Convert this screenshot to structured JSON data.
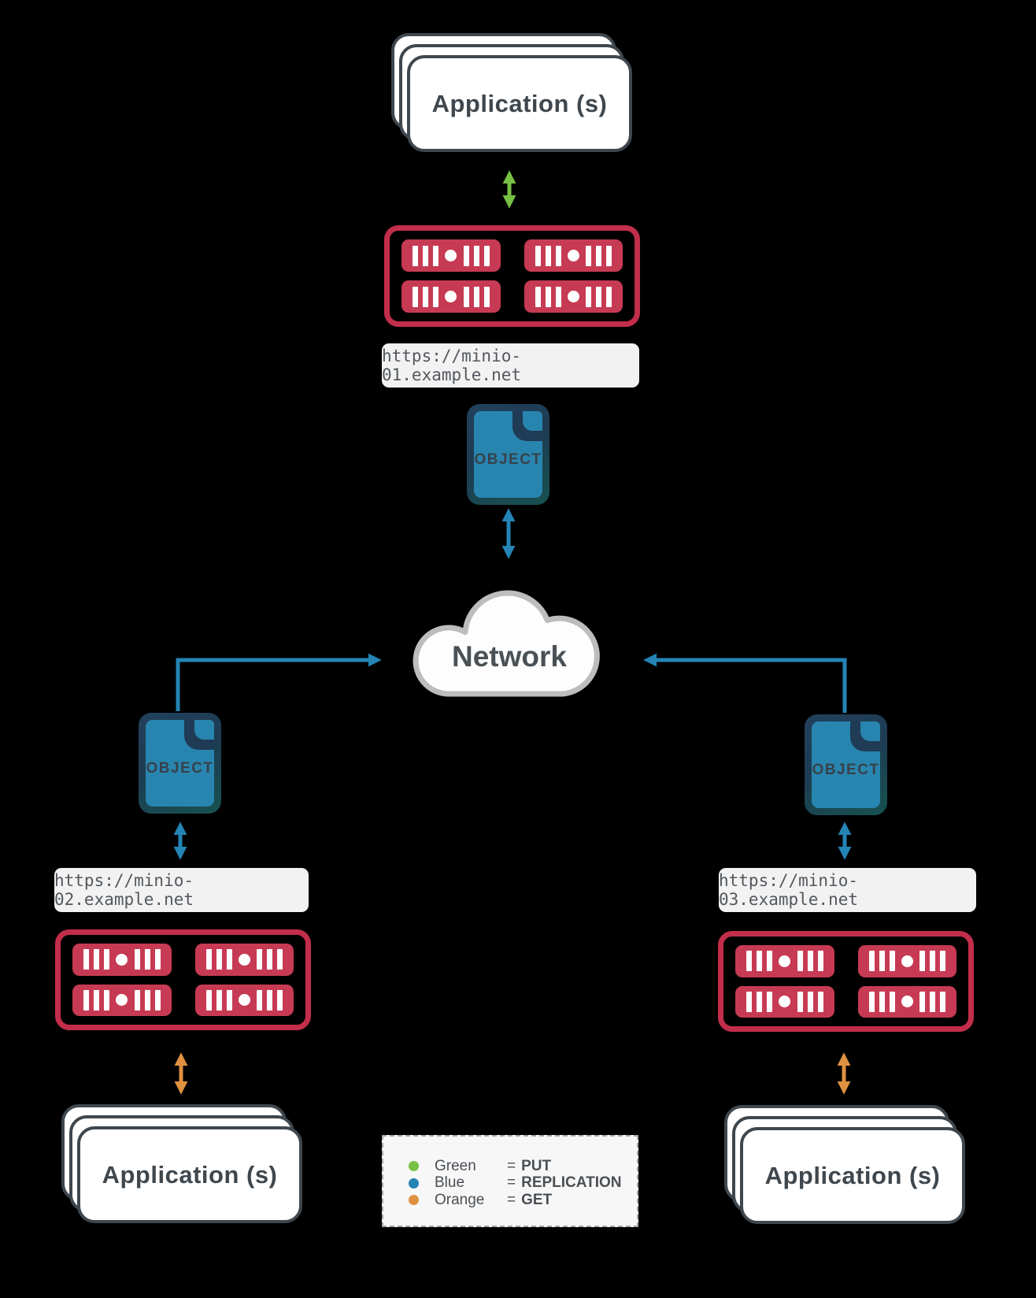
{
  "nodes": {
    "app_top": {
      "label": "Application (s)"
    },
    "cluster_top": {
      "url": "https://minio-01.example.net"
    },
    "object_top": {
      "label": "OBJECT"
    },
    "network": {
      "label": "Network"
    },
    "object_left": {
      "label": "OBJECT"
    },
    "cluster_left": {
      "url": "https://minio-02.example.net"
    },
    "app_left": {
      "label": "Application (s)"
    },
    "object_right": {
      "label": "OBJECT"
    },
    "cluster_right": {
      "url": "https://minio-03.example.net"
    },
    "app_right": {
      "label": "Application (s)"
    }
  },
  "legend": {
    "rows": [
      {
        "name": "Green",
        "equals": "=",
        "value": "PUT",
        "color": "#77C043"
      },
      {
        "name": "Blue",
        "equals": "=",
        "value": "REPLICATION",
        "color": "#2484B5"
      },
      {
        "name": "Orange",
        "equals": "=",
        "value": "GET",
        "color": "#DE9140"
      }
    ]
  },
  "colors": {
    "background": "#000000",
    "put_green": "#77C043",
    "replication_blue": "#2484B5",
    "get_orange": "#DE9140",
    "server_red_border": "#C22E4A",
    "server_red_fill": "#C73A53",
    "object_blue": "#2885AF",
    "object_border_navy": "#1F3B55",
    "object_border_teal": "#175150",
    "cloud_border": "#BDBDBD",
    "card_border": "#3F474E",
    "label_pill_bg": "#F2F2F2",
    "legend_bg": "#F7F7F7"
  }
}
